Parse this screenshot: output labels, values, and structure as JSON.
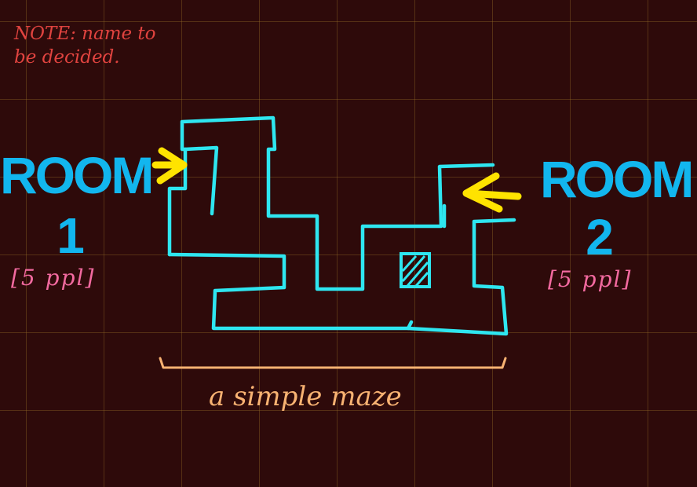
{
  "note": {
    "text": "NOTE: name to\nbe decided."
  },
  "room1": {
    "title": "ROOM",
    "number": "1",
    "capacity": "[5 ppl]"
  },
  "room2": {
    "title": "ROOM",
    "number": "2",
    "capacity": "[5 ppl]"
  },
  "maze": {
    "label": "a simple maze"
  },
  "colors": {
    "background": "#2e0a0a",
    "grid": "#8c6a28",
    "maze": "#2ee6f0",
    "arrow": "#ffe300",
    "room_text": "#12b6ee",
    "capacity_text": "#f36aa0",
    "note_text": "#e0433f",
    "caption_text": "#f8b272"
  }
}
